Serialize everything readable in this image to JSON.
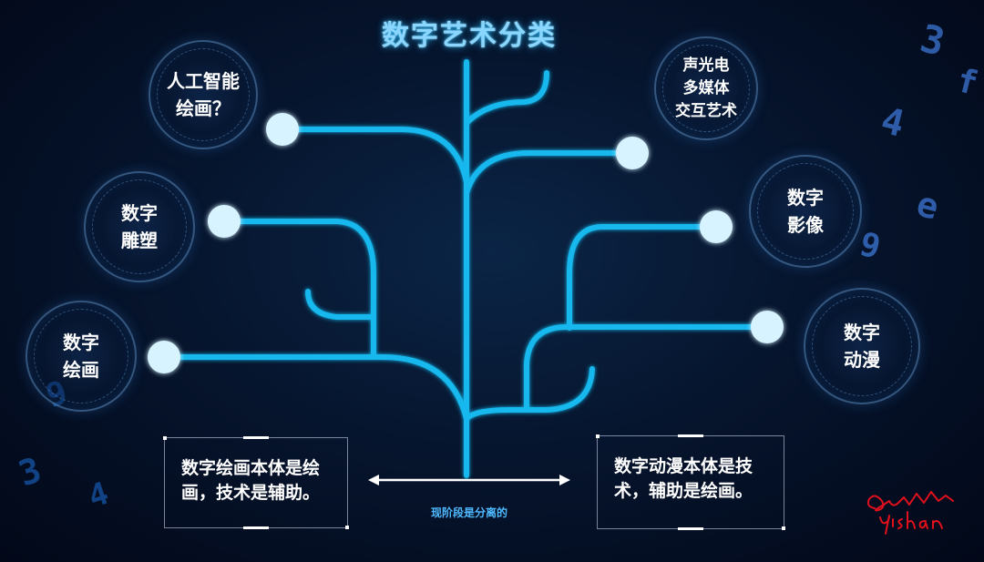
{
  "title": "数字艺术分类",
  "categories": {
    "ai_painting": [
      "人工智能",
      "绘画？"
    ],
    "sound_light": [
      "声光电",
      "多媒体",
      "交互艺术"
    ],
    "sculpture": [
      "数字",
      "雕塑"
    ],
    "imaging": [
      "数字",
      "影像"
    ],
    "painting": [
      "数字",
      "绘画"
    ],
    "animation": [
      "数字",
      "动漫"
    ]
  },
  "notes": {
    "left": "数字绘画本体是绘画，技术是辅助。",
    "right": "数字动漫本体是技术，辅助是绘画。"
  },
  "caption": "现阶段是分离的",
  "signature": "yishan",
  "colors": {
    "branch": "#12b8ee",
    "node": "#d6f3ff",
    "title": "#8ad6ff",
    "signature": "#e0101c",
    "caption": "#4fb9ff"
  }
}
